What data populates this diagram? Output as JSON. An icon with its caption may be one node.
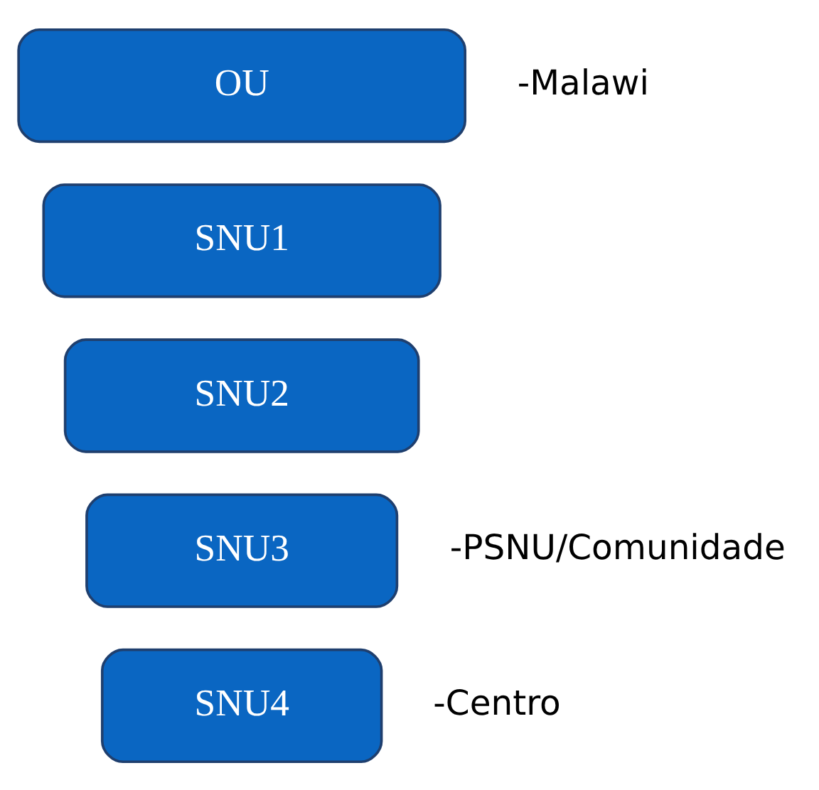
{
  "diagram": {
    "nodes": [
      {
        "text": [
          "OU"
        ],
        "beside": [
          "-Malawi"
        ]
      },
      {
        "text": [
          "SNU1"
        ]
      },
      {
        "text": [
          "SNU2"
        ]
      },
      {
        "text": [
          "SNU3"
        ],
        "beside": [
          "-PSNU/Comunidade"
        ]
      },
      {
        "text": [
          "SNU4"
        ],
        "beside": [
          "-Centro"
        ]
      }
    ]
  }
}
